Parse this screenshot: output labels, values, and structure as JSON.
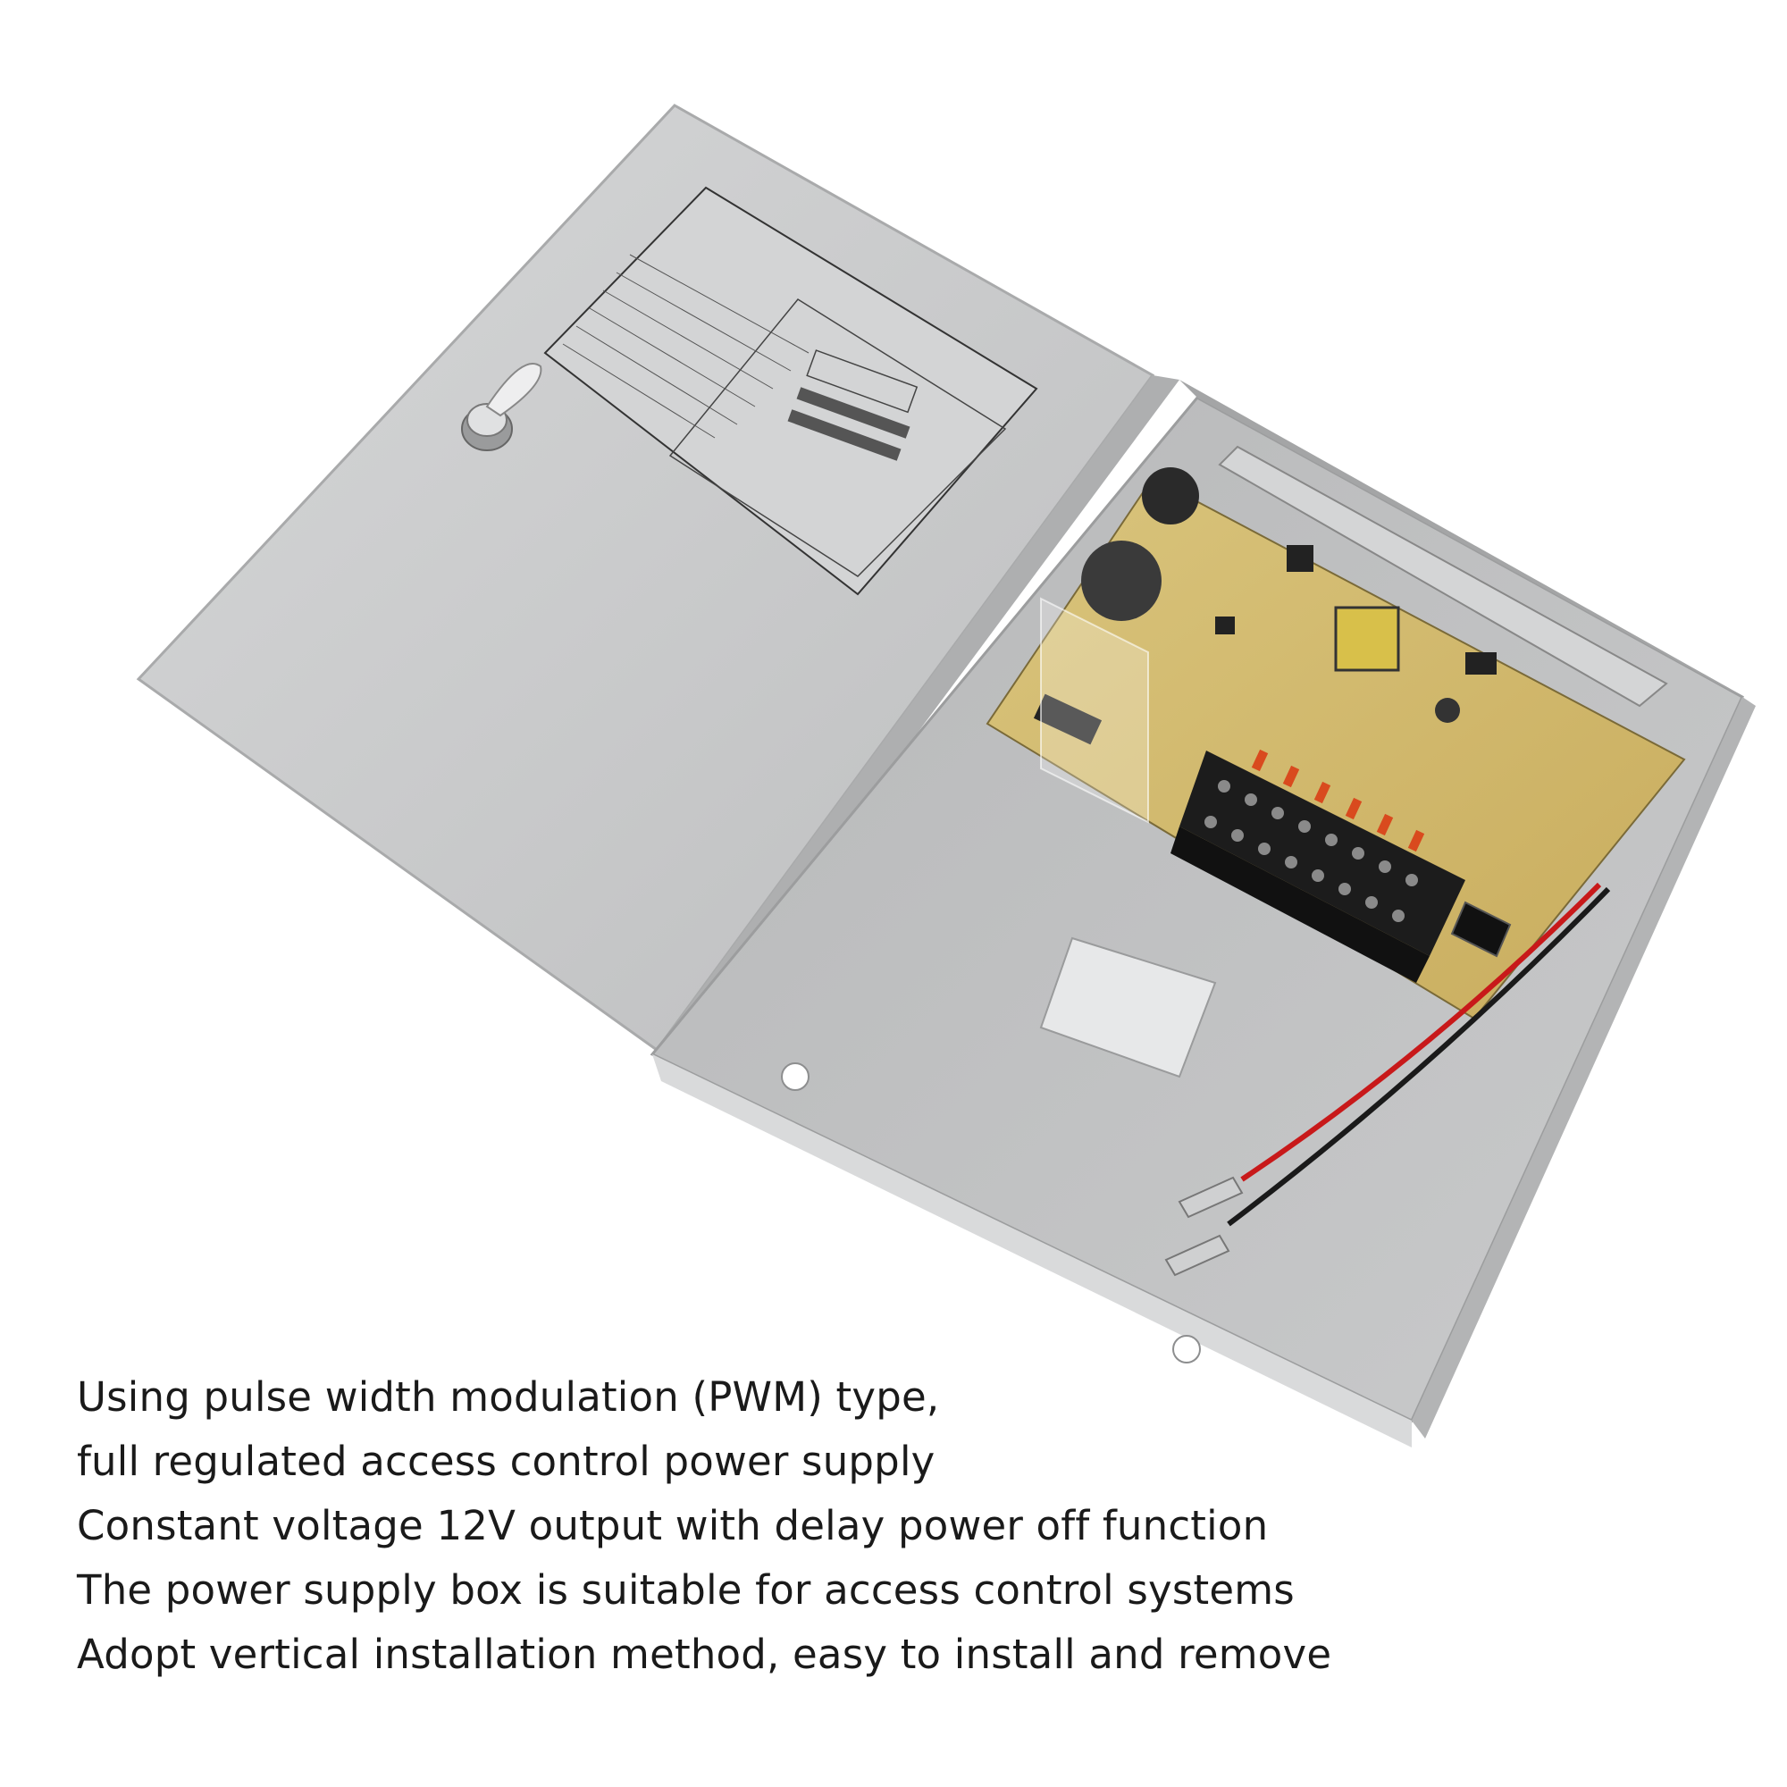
{
  "product_image": {
    "colors": {
      "box_metal": "#c9cacb",
      "box_shadow": "#a9aaab",
      "pcb": "#d8c27a",
      "terminal_block": "#1c1c1c",
      "fuse": "#d94a1e",
      "wire_red": "#c8191a",
      "wire_black": "#1a1a1a"
    },
    "icons": [
      "lock-icon",
      "label-diagram-icon",
      "circuit-board-icon",
      "terminal-block-icon",
      "power-switch-icon",
      "wire-connector-icon"
    ]
  },
  "features": [
    "Using pulse width modulation (PWM) type,",
    "full regulated access control power supply",
    "Constant voltage 12V output with delay power off function",
    "The power supply box is suitable for access control systems",
    "Adopt vertical installation method, easy to install and remove"
  ]
}
